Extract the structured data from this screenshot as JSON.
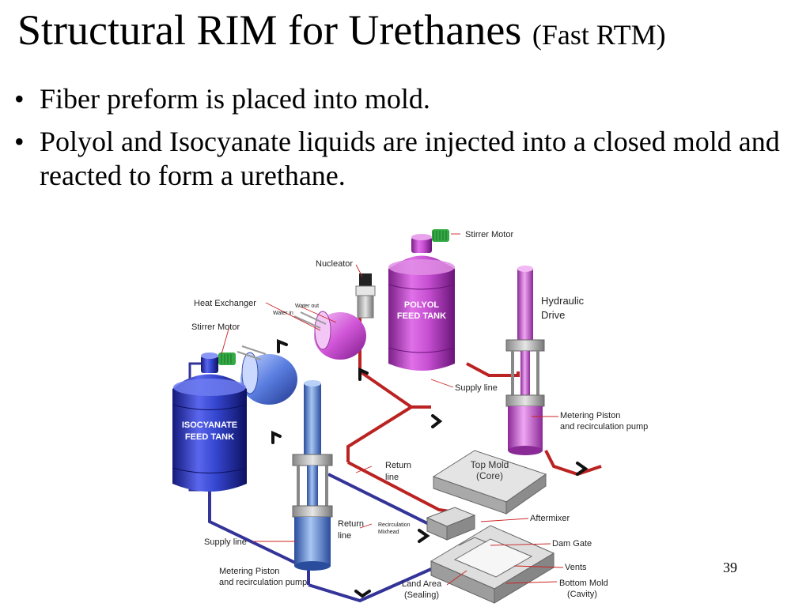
{
  "slide": {
    "title": "Structural RIM for Urethanes",
    "title_suffix": "(Fast RTM)",
    "bullets": [
      "Fiber preform is placed into mold.",
      "Polyol and Isocyanate liquids are injected into a closed mold and reacted to form a urethane."
    ],
    "page_number": "39"
  },
  "diagram": {
    "labels": {
      "stirrer_motor_top": "Stirrer Motor",
      "nucleator": "Nucleator",
      "heat_exchanger": "Heat Exchanger",
      "water_out": "Water out",
      "water_in": "Water in",
      "stirrer_motor_left": "Stirrer Motor",
      "polyol_tank_1": "POLYOL",
      "polyol_tank_2": "FEED TANK",
      "hydraulic_1": "Hydraulic",
      "hydraulic_2": "Drive",
      "supply_line_right": "Supply line",
      "isocyanate_tank_1": "ISOCYANATE",
      "isocyanate_tank_2": "FEED TANK",
      "metering_piston_right_1": "Metering Piston",
      "metering_piston_right_2": "and recirculation pump",
      "return_line_upper_1": "Return",
      "return_line_upper_2": "line",
      "top_mold_1": "Top Mold",
      "top_mold_2": "(Core)",
      "return_line_lower_1": "Return",
      "return_line_lower_2": "line",
      "recirc_mixhead_1": "Recirculation",
      "recirc_mixhead_2": "Mixhead",
      "aftermixer": "Aftermixer",
      "dam_gate": "Dam Gate",
      "supply_line_left": "Supply line",
      "vents": "Vents",
      "metering_piston_left_1": "Metering Piston",
      "metering_piston_left_2": "and recirculation pump",
      "land_area_1": "Land Area",
      "land_area_2": "(Sealing)",
      "bottom_mold_1": "Bottom Mold",
      "bottom_mold_2": "(Cavity)"
    },
    "colors": {
      "polyol": "#cc44cc",
      "isocyanate": "#3344cc",
      "heat_exchanger_left": "#5577dd",
      "supply_red": "#bb2222",
      "supply_blue": "#333399",
      "motor_green": "#33aa44"
    }
  }
}
